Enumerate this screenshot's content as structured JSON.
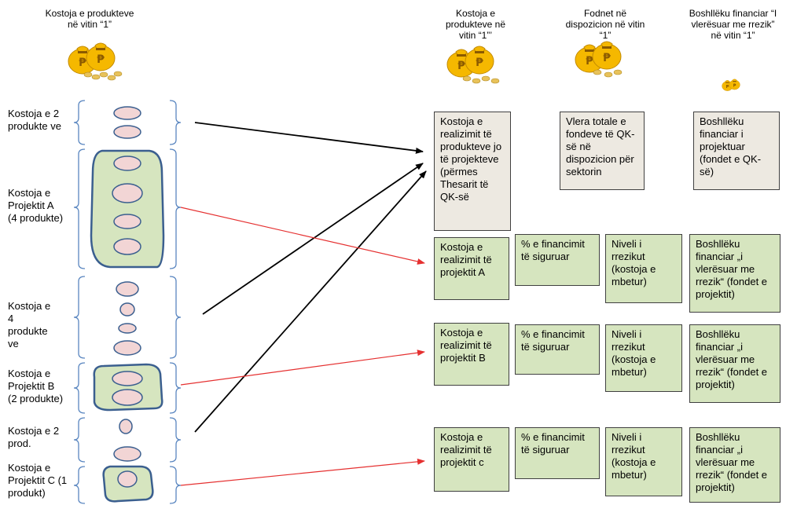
{
  "headers": {
    "left_cost": "Kostoja e produkteve në vitin “1”",
    "right_cost": "Kostoja e produkteve në vitin “1”’",
    "funds": "Fodnet në dispozicion në vitin “1”",
    "gap": "Boshllëku financiar “I vlerësuar me rrezik” në vitin “1”"
  },
  "left_labels": [
    "Kostoja e 2 produkte ve",
    "Kostoja e Projektit A (4 produkte)",
    "Kostoja e 4 produkte ve",
    "Kostoja e Projektit B (2 produkte)",
    "Kostoja e 2 prod.",
    "Kostoja e Projektit C (1 produkt)"
  ],
  "top_boxes": [
    "Kostoja e realizimit të produkteve jo të projekteve (përmes Thesarit të QK-së",
    "Vlera totale e fondeve të QK-së në dispozicion për sektorin",
    "Boshllëku financiar i projektuar (fondet e QK-së)"
  ],
  "projects": [
    {
      "cost": "Kostoja e realizimit të projektit A",
      "pct": "% e financimit të siguruar",
      "risk": "Niveli i rrezikut (kostoja e mbetur)",
      "gap": "Boshllëku financiar „i vlerësuar me rrezik“ (fondet e projektit)"
    },
    {
      "cost": "Kostoja e realizimit të projektit B",
      "pct": "% e financimit të siguruar",
      "risk": "Niveli i rrezikut (kostoja e mbetur)",
      "gap": "Boshllëku financiar „i vlerësuar me rrezik“ (fondet e projektit)"
    },
    {
      "cost": "Kostoja e realizimit të projektit c",
      "pct": "% e financimit të siguruar",
      "risk": "Niveli i rrezikut (kostoja e mbetur)",
      "gap": "Boshllëku financiar „i vlerësuar me rrezik“ (fondet e projektit)"
    }
  ],
  "colors": {
    "green_fill": "#d6e5bf",
    "beige_fill": "#ede9e1",
    "outline_blue": "#3b5f8f",
    "ellipse_fill": "#f2d5d5",
    "black_arrow": "#000000",
    "red_arrow": "#e53030",
    "money_gold": "#f5b800"
  },
  "icons": [
    "money-bags-icon"
  ]
}
